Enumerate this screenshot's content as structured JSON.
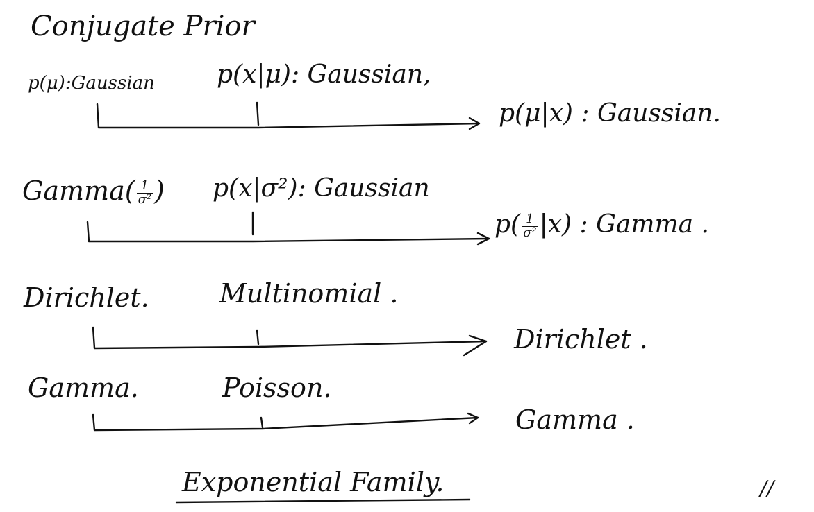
{
  "title": "Conjugate Prior",
  "rows": [
    {
      "prior": "p(μ):Gaussian",
      "likelihood": "p(x|μ): Gaussian,",
      "posterior": "p(μ|x) : Gaussian."
    },
    {
      "prior_prefix": "Gamma(",
      "prior_num": "1",
      "prior_den": "σ²",
      "prior_suffix": ")",
      "likelihood": "p(x|σ²): Gaussian",
      "posterior_prefix": "p(",
      "posterior_num": "1",
      "posterior_den": "σ²",
      "posterior_suffix": "|x) : Gamma ."
    },
    {
      "prior": "Dirichlet.",
      "likelihood": "Multinomial .",
      "posterior": "Dirichlet ."
    },
    {
      "prior": "Gamma.",
      "likelihood": "Poisson.",
      "posterior": "Gamma ."
    }
  ],
  "footer": "Exponential Family.",
  "end_mark": "//"
}
